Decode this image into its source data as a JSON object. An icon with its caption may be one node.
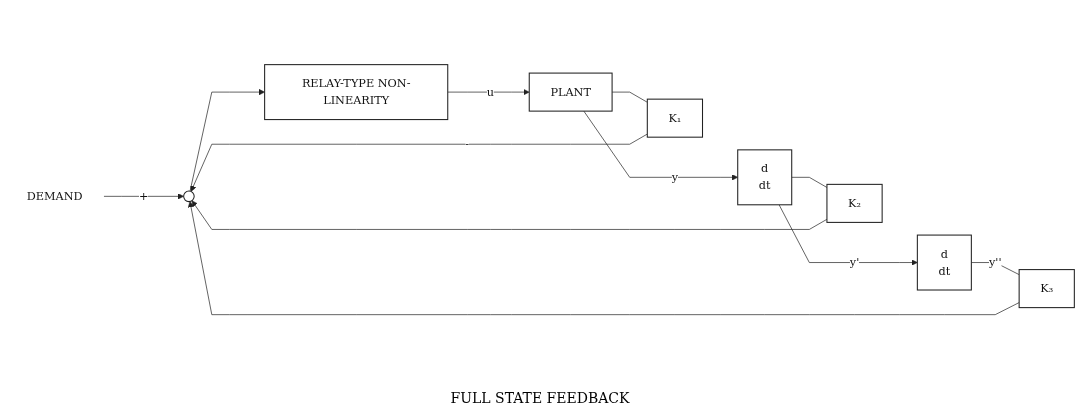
{
  "diagram": {
    "nodes": [
      {
        "text": [
          "DEMAND"
        ]
      },
      {
        "text": [],
        "shape": "circle"
      },
      {
        "text": [
          "RELAY-TYPE NON-LINEARITY"
        ]
      },
      {
        "text": [
          "PLANT"
        ]
      },
      {
        "text": [
          "d",
          "dt"
        ]
      },
      {
        "text": [
          "d",
          "dt"
        ]
      },
      {
        "text": [
          "K₁"
        ]
      },
      {
        "text": [
          "K₂"
        ]
      },
      {
        "text": [
          "K₃"
        ]
      }
    ],
    "edges": [
      {
        "from": 0,
        "to": 1,
        "arrow": "to",
        "label": "+"
      },
      {
        "from": 1,
        "to": 2,
        "arrow": "to"
      },
      {
        "from": 2,
        "to": 3,
        "arrow": "to",
        "label": "u"
      },
      {
        "from": 3,
        "to": 4,
        "arrow": "to",
        "label": "y"
      },
      {
        "from": 4,
        "to": 5,
        "arrow": "to",
        "label": "y'"
      },
      {
        "from": 5,
        "to": 8,
        "arrow": "none",
        "label": "y''"
      },
      {
        "from": 3,
        "to": 6,
        "arrow": "none"
      },
      {
        "from": 4,
        "to": 7,
        "arrow": "none"
      },
      {
        "from": 6,
        "to": 1,
        "arrow": "to",
        "label": "-"
      },
      {
        "from": 7,
        "to": 1,
        "arrow": "to"
      },
      {
        "from": 8,
        "to": 1,
        "arrow": "to"
      }
    ],
    "labels": [
      "FULL STATE FEEDBACK"
    ]
  }
}
